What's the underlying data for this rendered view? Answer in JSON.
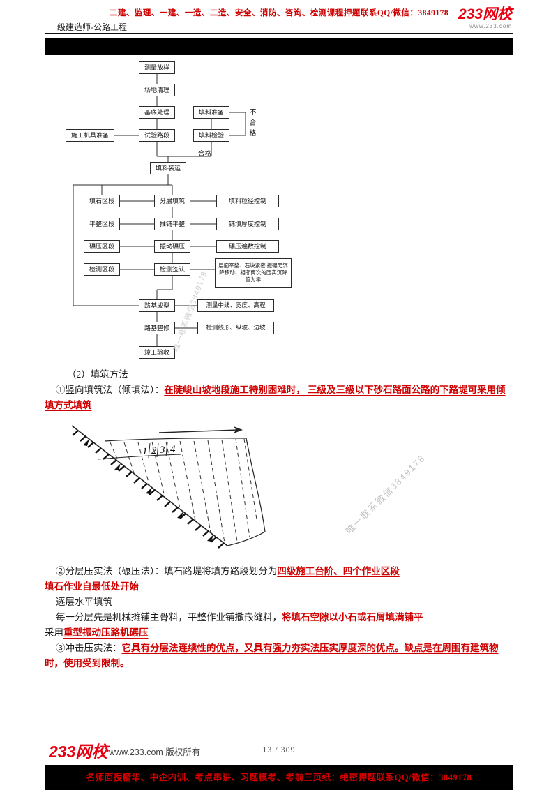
{
  "header": {
    "promo_line": "二建、监理、一建、一造、二造、安全、消防、咨询、检测课程押题联系QQ/微信：3849178",
    "course_title": "一级建造师-公路工程",
    "logo_text": "233网校",
    "logo_url": "www.233.com"
  },
  "flowchart": {
    "survey": "测量放样",
    "site_clearing": "场地清理",
    "base_treatment": "基底处理",
    "material_prep": "填料准备",
    "equipment_prep": "施工机具准备",
    "test_section": "试验路段",
    "material_inspection": "填料检验",
    "unqualified": "不合格",
    "qualified": "合格",
    "material_transport": "填料装运",
    "rockfill_section": "填石区段",
    "layered_filling": "分层填筑",
    "particle_size_control": "填料粒径控制",
    "leveling_section": "平整区段",
    "spread_leveling": "推铺平整",
    "thickness_control": "铺填厚度控制",
    "rolling_section": "碾压区段",
    "vibration_rolling": "振动碾压",
    "rolling_passes_control": "碾压遍数控制",
    "testing_section": "检测区段",
    "testing_signoff": "检测签认",
    "criteria_note": "层面平整、石块紧密,振碾无沉降移动、相邻两次的压实沉降值为零",
    "roadbed_forming": "路基成型",
    "measure_note": "测量中线、宽度、高程",
    "roadbed_repair": "路基整修",
    "check_note": "检测线形、纵坡、边坡",
    "completion_acceptance": "竣工验收"
  },
  "content": {
    "section_title": "（2）填筑方法",
    "p1": {
      "segments": [
        {
          "text": "①竖向填筑法（倾填法）："
        },
        {
          "text": "在陡峻山坡地段施工特别困难时， 三级及三级以下砂石路面公路的下路堤可采用倾填方式填筑",
          "em": true
        }
      ]
    },
    "p2": {
      "segments": [
        {
          "text": "②分层压实法（碾压法）：填石路堤将填方路段划分为"
        },
        {
          "text": "四级施工台阶、四个作业区段",
          "em": true
        }
      ]
    },
    "p3": {
      "segments": [
        {
          "text": "填石作业自最低处开始",
          "em": true
        }
      ]
    },
    "p4": {
      "segments": [
        {
          "text": "逐层水平填筑"
        }
      ]
    },
    "p5": {
      "segments": [
        {
          "text": "每一分层先是机械摊铺主骨料，平整作业铺撒嵌缝料，"
        },
        {
          "text": "将填石空隙以小石或石屑填满铺平",
          "em": true
        }
      ]
    },
    "p6": {
      "segments": [
        {
          "text": "采用"
        },
        {
          "text": "重型振动压路机碾压",
          "em": true
        }
      ]
    },
    "p7": {
      "segments": [
        {
          "text": "③冲击压实法："
        },
        {
          "text": "它具有分层法连续性的优点，又具有强力夯实法压实厚度深的优点。缺点是在周围有建筑物时，使用受到限制。",
          "em": true
        }
      ]
    }
  },
  "figure": {
    "numbers": [
      "1",
      "2",
      "3",
      "4"
    ]
  },
  "watermark": "唯一联系微信3849178",
  "footer": {
    "logo_text": "233网校",
    "copyright": "www.233.com 版权所有",
    "page_info": "13 / 309",
    "promo_line": "名师面授精华、中企内训、考点串讲、习题模考、考前三页纸：绝密押题联系QQ/微信：3849178"
  },
  "colors": {
    "accent_red": "#cc0000",
    "emphasis_red": "#d10000",
    "brand_red": "#e60012",
    "band_black": "#000000"
  }
}
